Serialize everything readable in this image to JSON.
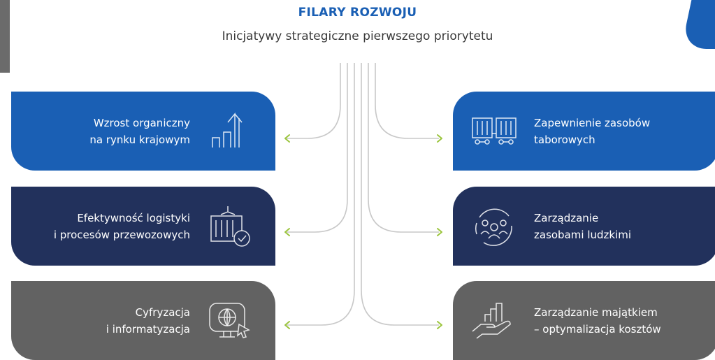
{
  "header": {
    "title": "FILARY ROZWOJU",
    "subtitle": "Inicjatywy strategiczne pierwszego priorytetu"
  },
  "pillars": [
    {
      "label": "Wzrost organiczny\nna rynku krajowym",
      "icon": "growth-chart-icon"
    },
    {
      "label": "Zapewnienie zasobów\ntaborowych",
      "icon": "freight-wagons-icon"
    },
    {
      "label": "Efektywność logistyki\ni procesów przewozowych",
      "icon": "container-check-icon"
    },
    {
      "label": "Zarządzanie\nzasobami ludzkimi",
      "icon": "people-cycle-icon"
    },
    {
      "label": "Cyfryzacja\ni informatyzacja",
      "icon": "globe-monitor-icon"
    },
    {
      "label": "Zarządzanie majątkiem\n– optymalizacja kosztów",
      "icon": "hand-chart-icon"
    }
  ],
  "colors": {
    "blue": "#1a5fb4",
    "navy": "#22315c",
    "gray": "#626262",
    "connector": "#c8c8c8",
    "arrow": "#9bc53d"
  }
}
